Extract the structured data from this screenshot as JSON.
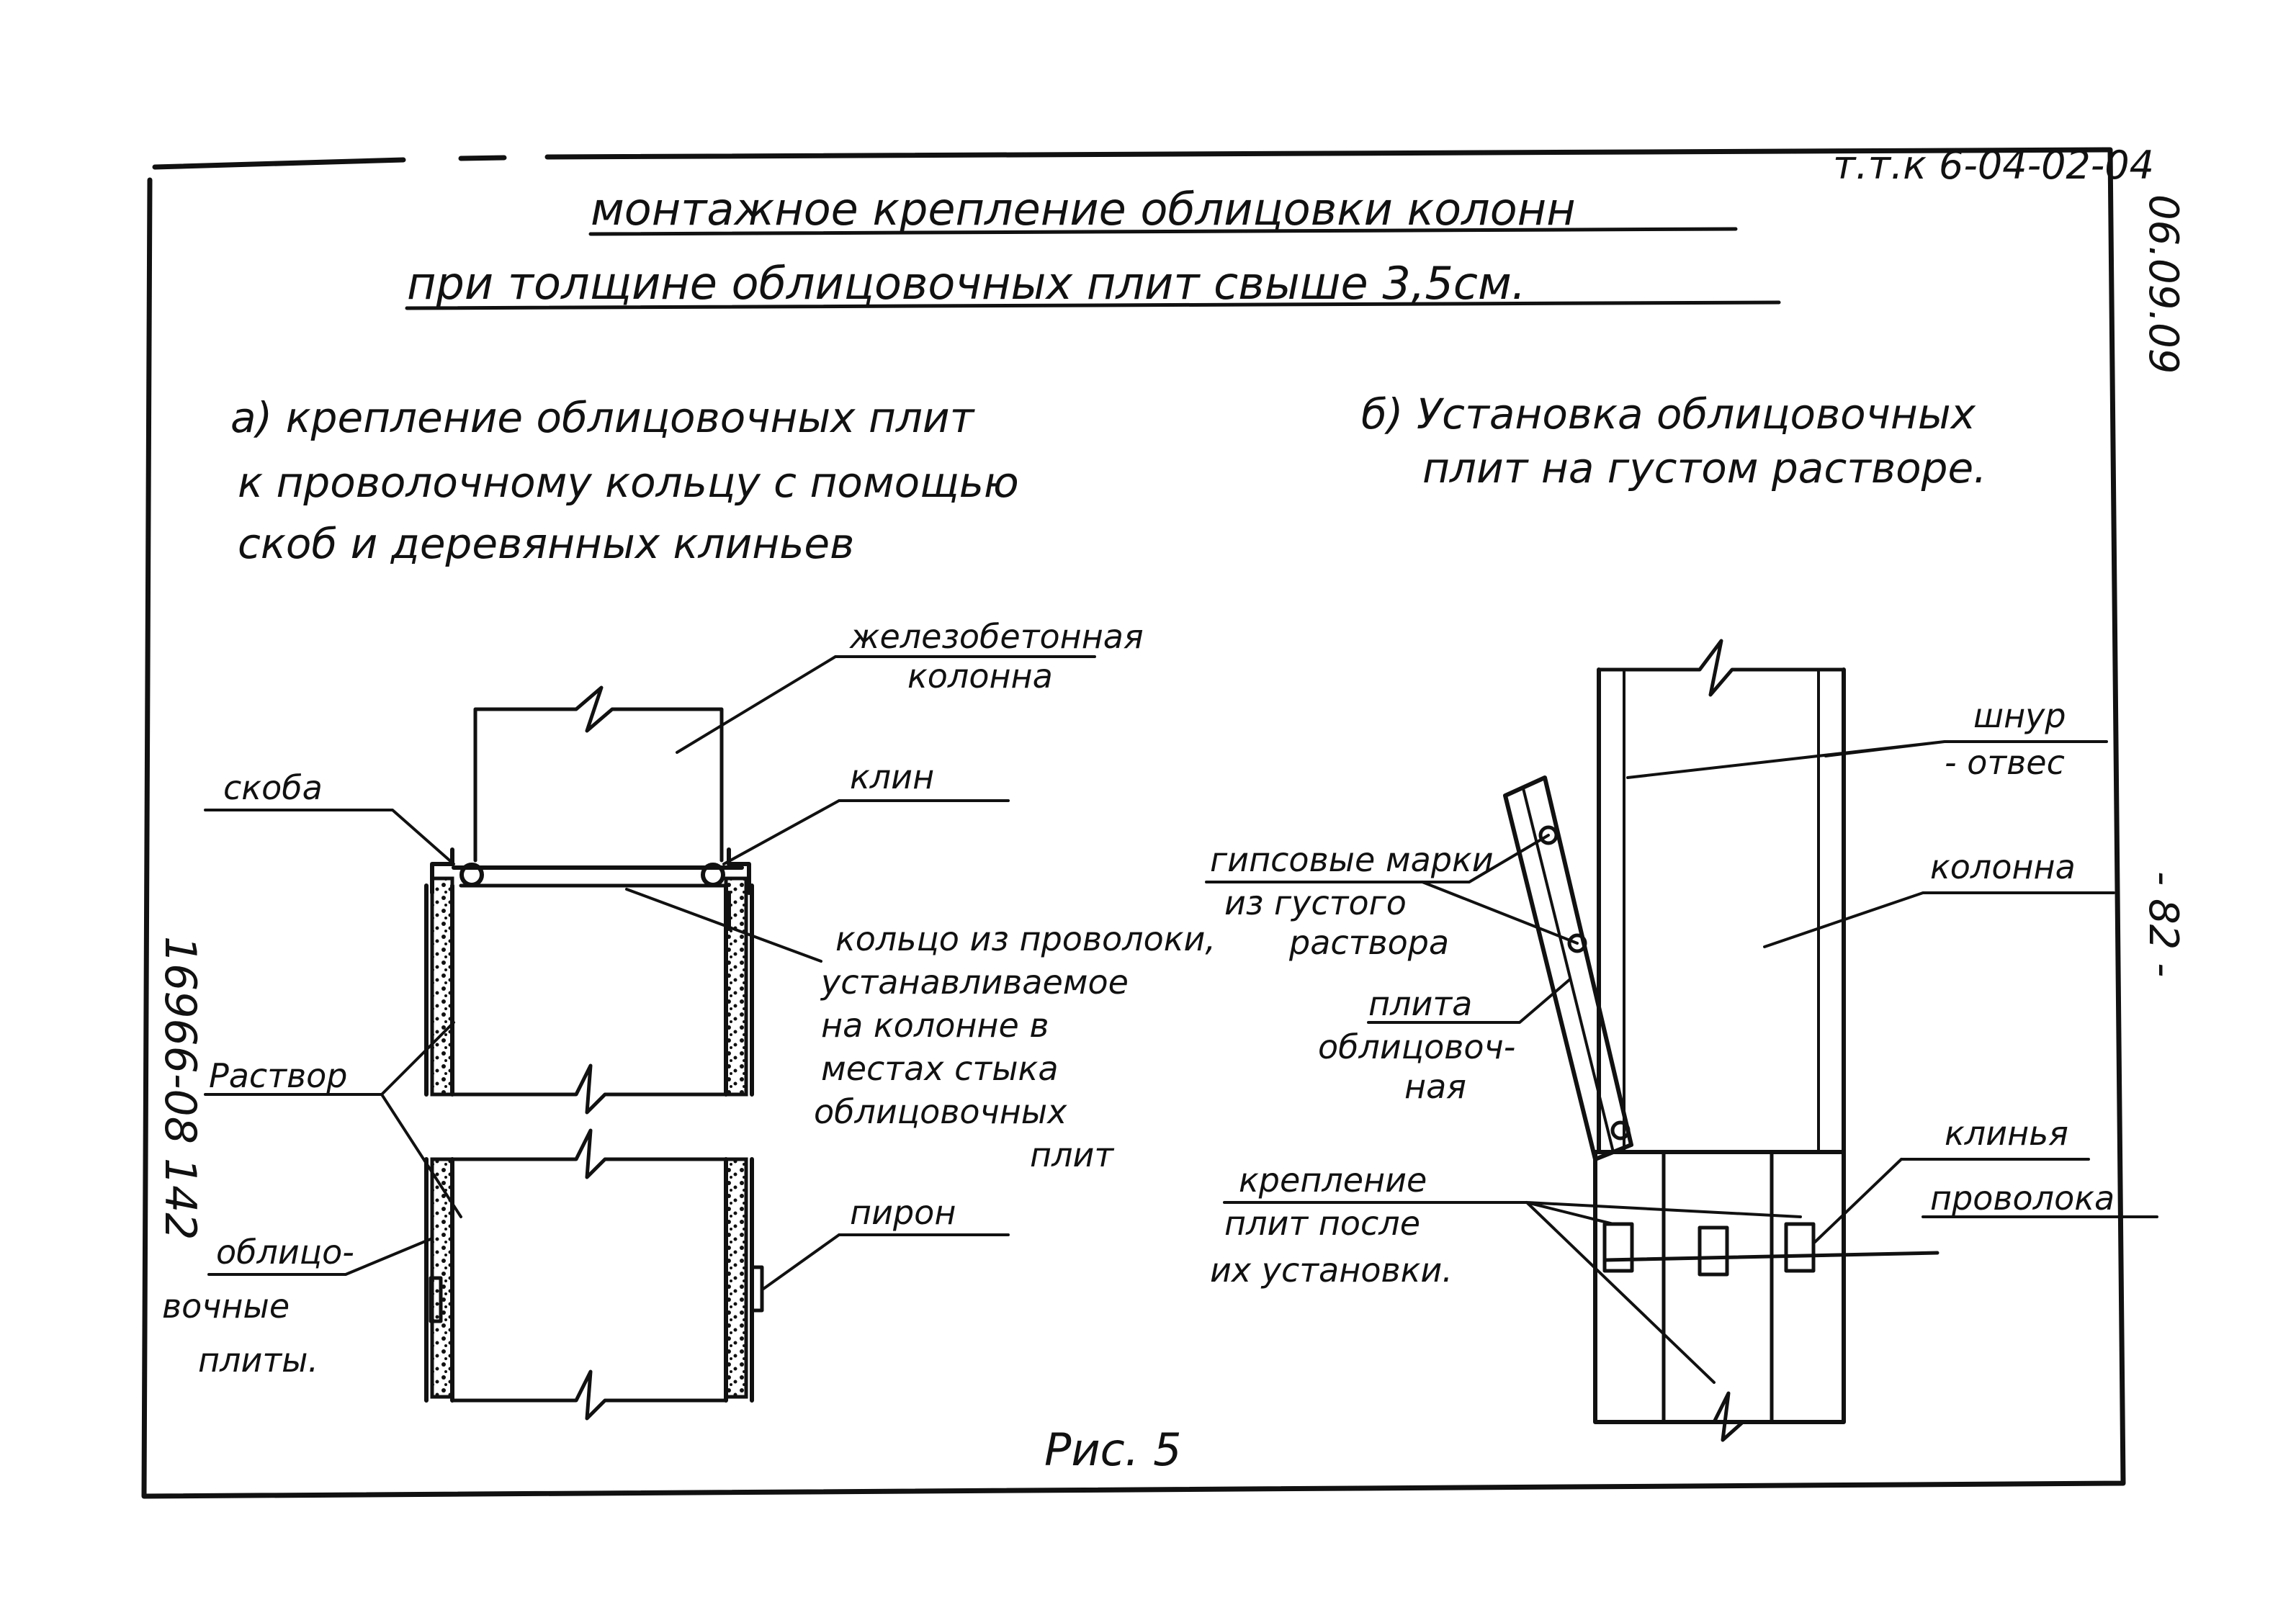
{
  "doc_code": "т.т.к 6-04-02-04",
  "side_code": "06.09.09",
  "page_no": "- 82 -",
  "vertical_stamp": "16966-08 142",
  "title_line1": "монтажное крепление облицовки колонн",
  "title_line2": "при толщине облицовочных плит свыше 3,5см.",
  "caption_a": [
    "а) крепление облицовочных плит",
    "к проволочному кольцу с помощью",
    "скоб и деревянных клиньев"
  ],
  "caption_b": [
    "б) Установка облицовочных",
    "плит на густом растворе."
  ],
  "labels_a": {
    "column": [
      "железобетонная",
      "колонна"
    ],
    "bracket": "скоба",
    "wedge": "клин",
    "ring": [
      "кольцо из проволоки,",
      "устанавливаемое",
      "на колонне в",
      "местах стыка",
      "облицовочных",
      "плит"
    ],
    "mortar": "Раствор",
    "pin": "пирон",
    "plates": [
      "облицо-",
      "вочные",
      "плиты."
    ]
  },
  "labels_b": {
    "cord": [
      "шнур",
      "- отвес"
    ],
    "gypsum": [
      "гипсовые марки",
      "из густого",
      "раствора"
    ],
    "column": "колонна",
    "plate": [
      "плита",
      "облицовоч-",
      "ная"
    ],
    "wedges": "клинья",
    "wire": "проволока",
    "fastening": [
      "крепление",
      "плит после",
      "их установки."
    ]
  },
  "figure_caption": "Рис. 5"
}
